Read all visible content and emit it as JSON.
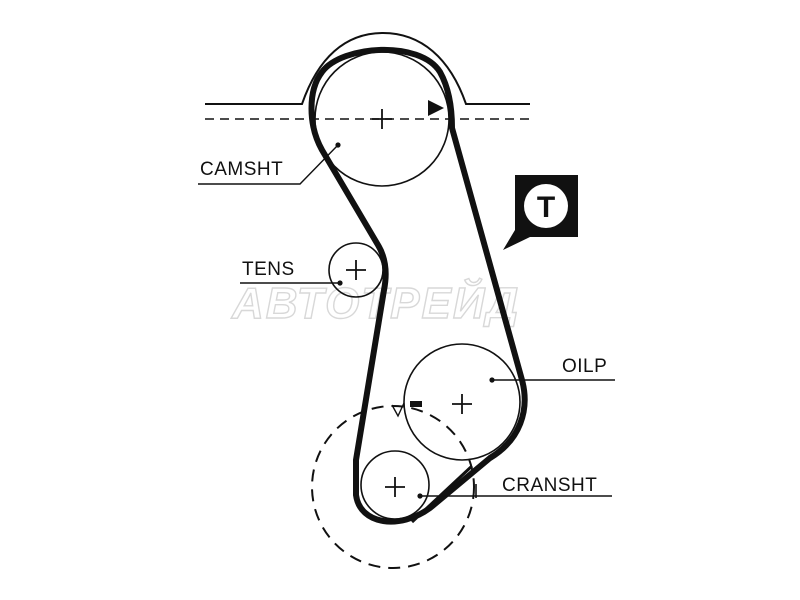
{
  "labels": {
    "camshaft": "CAMSHT",
    "tensioner": "TENS",
    "oil_pump": "OILP",
    "crankshaft": "CRANSHT"
  },
  "badge": {
    "letter": "T"
  },
  "watermark": {
    "text": "АВТОТРЕЙД"
  },
  "colors": {
    "ink": "#111111",
    "belt": "#111111",
    "badge_fill": "#111111",
    "watermark": "#d8d8d8"
  }
}
